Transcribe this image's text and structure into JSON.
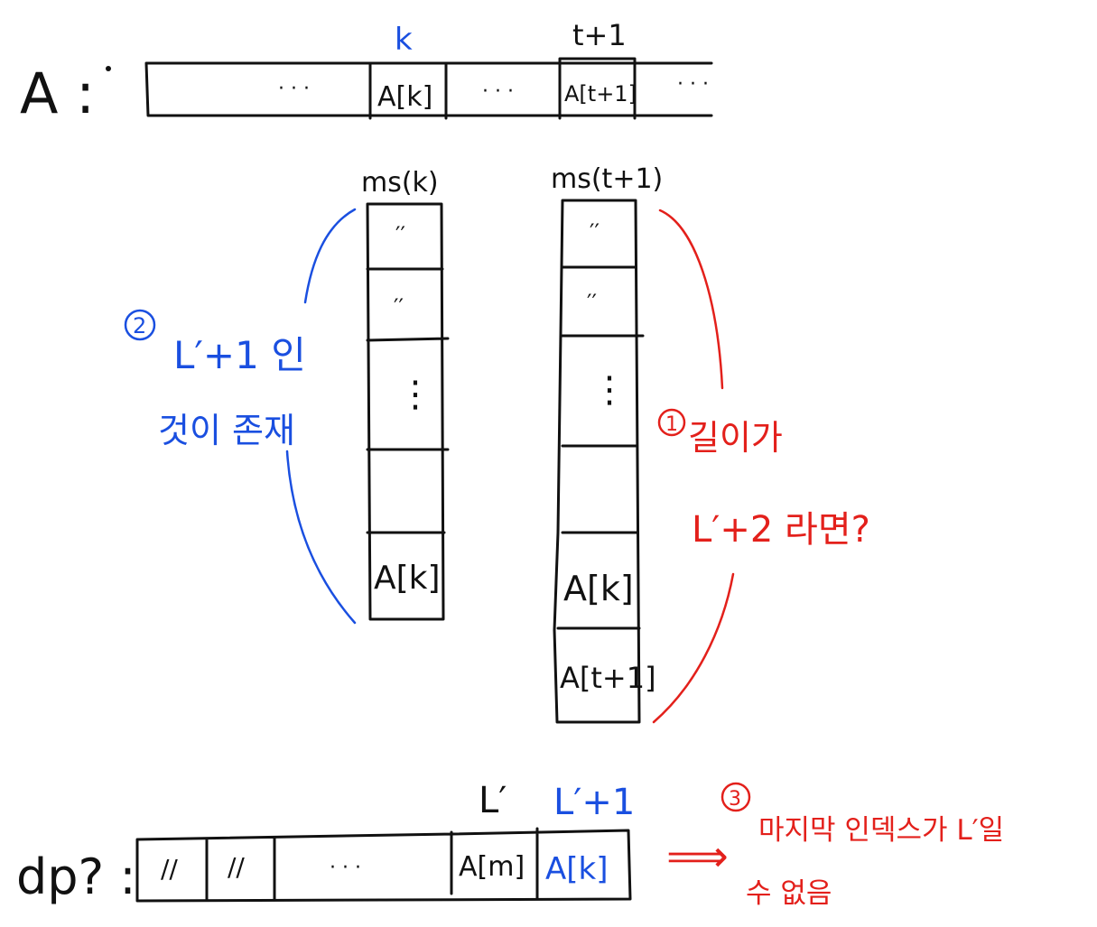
{
  "array_A": {
    "label": "A :",
    "index_k": "k",
    "index_t1": "t+1",
    "cells": [
      "· · ·",
      "A[k]",
      "· · ·",
      "A[t+1]",
      "· · ·"
    ]
  },
  "ms_k": {
    "title": "ms(k)",
    "cells": [
      "′′",
      "′′",
      "⋮",
      "",
      "A[k]"
    ]
  },
  "ms_t1": {
    "title": "ms(t+1)",
    "cells": [
      "′′",
      "′′",
      "⋮",
      "",
      "A[k]",
      "A[t+1]"
    ]
  },
  "note_blue": {
    "num": "2",
    "line1": "L′+1 인",
    "line2": "것이 존재"
  },
  "note_red_right": {
    "num": "1",
    "line1": "길이가",
    "line2": "L′+2 라면?"
  },
  "dp": {
    "label": "dp? :",
    "header_L": "L′",
    "header_L1": "L′+1",
    "cells": [
      "//",
      "//",
      "· · ·",
      "A[m]",
      "A[k]"
    ]
  },
  "note_red_bottom": {
    "arrow": "⟹",
    "num": "3",
    "line1": "마지막 인덱스가 L′일",
    "line2": "수 없음"
  },
  "colors": {
    "black": "#111111",
    "blue": "#1a4fe0",
    "red": "#e3201b"
  }
}
